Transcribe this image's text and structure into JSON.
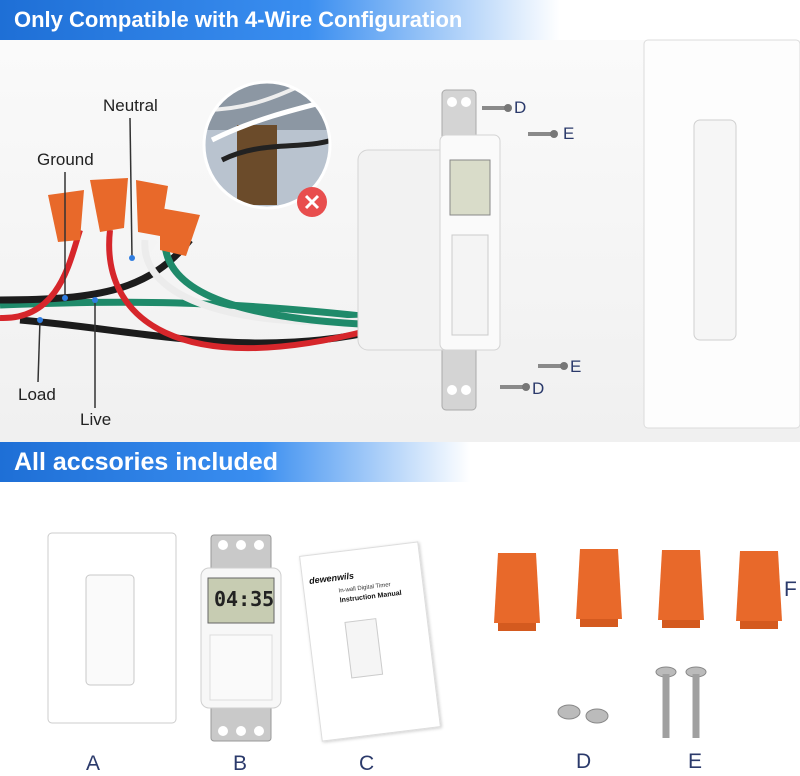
{
  "banners": {
    "top": "Only Compatible with 4-Wire Configuration",
    "middle": "All accsories included"
  },
  "wire_labels": {
    "neutral": "Neutral",
    "ground": "Ground",
    "load": "Load",
    "live": "Live"
  },
  "hardware_labels": {
    "d_top": "D",
    "e_top": "E",
    "e_bottom": "E",
    "d_bottom": "D"
  },
  "accessories": {
    "a": "A",
    "b": "B",
    "c": "C",
    "d": "D",
    "e": "E",
    "f": "F"
  },
  "timer_display": "04:35",
  "manual": {
    "brand": "dewenwils",
    "subtitle": "In-wall Digital Timer",
    "title": "Instruction Manual"
  },
  "colors": {
    "banner": "#1e6fd6",
    "wire_nut": "#e8692a",
    "label_letters": "#2b3a6b",
    "incompatible_mark": "#e84e4e"
  },
  "icons": {
    "incompatible": "x-circle-icon"
  }
}
